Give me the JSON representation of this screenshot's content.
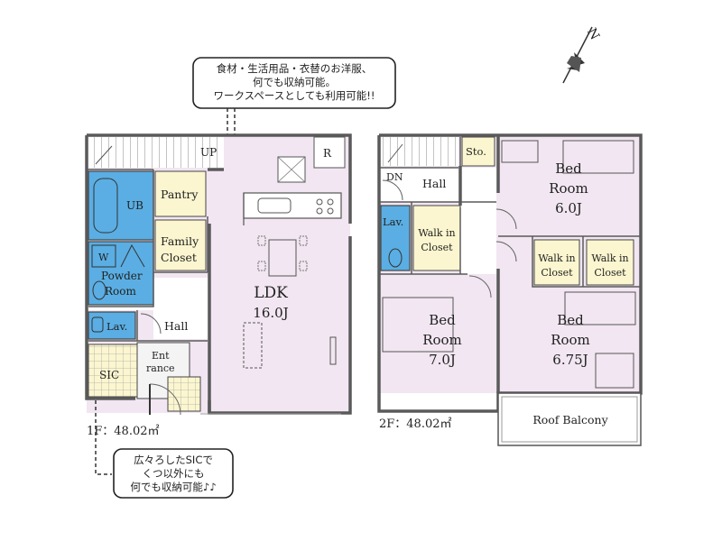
{
  "callouts": {
    "top": [
      "食材・生活用品・衣替のお洋服、",
      "何でも収納可能。",
      "ワークスペースとしても利用可能!!"
    ],
    "bottom": [
      "広々ろしたSICで",
      "くつ以外にも",
      "何でも収納可能♪♪"
    ]
  },
  "compass": {
    "label": "N"
  },
  "floor1": {
    "area_label": "1F：48.02㎡",
    "rooms": {
      "up": "UP",
      "fridge": "R",
      "ub": "UB",
      "pantry": "Pantry",
      "family_closet": [
        "Family",
        "Closet"
      ],
      "washer": "W",
      "powder_room": [
        "Powder",
        "Room"
      ],
      "ldk": "LDK",
      "ldk_size": "16.0J",
      "lav": "Lav.",
      "hall": "Hall",
      "entrance": [
        "Ent",
        "rance"
      ],
      "sic": "SIC"
    }
  },
  "floor2": {
    "area_label": "2F：48.02㎡",
    "rooms": {
      "dn": "DN",
      "sto": "Sto.",
      "hall": "Hall",
      "bed_a": [
        "Bed",
        "Room",
        "6.0J"
      ],
      "lav": "Lav.",
      "walkin_1": [
        "Walk in",
        "Closet"
      ],
      "walkin_2": [
        "Walk in",
        "Closet"
      ],
      "walkin_3": [
        "Walk in",
        "Closet"
      ],
      "bed_b": [
        "Bed",
        "Room",
        "7.0J"
      ],
      "bed_c": [
        "Bed",
        "Room",
        "6.75J"
      ],
      "balcony": "Roof Balcony"
    }
  },
  "colors": {
    "room_fill": "#f1e6f1",
    "water_fill": "#5aaee3",
    "storage_fill": "#fbf6cf",
    "wall": "#5a5a5a"
  }
}
